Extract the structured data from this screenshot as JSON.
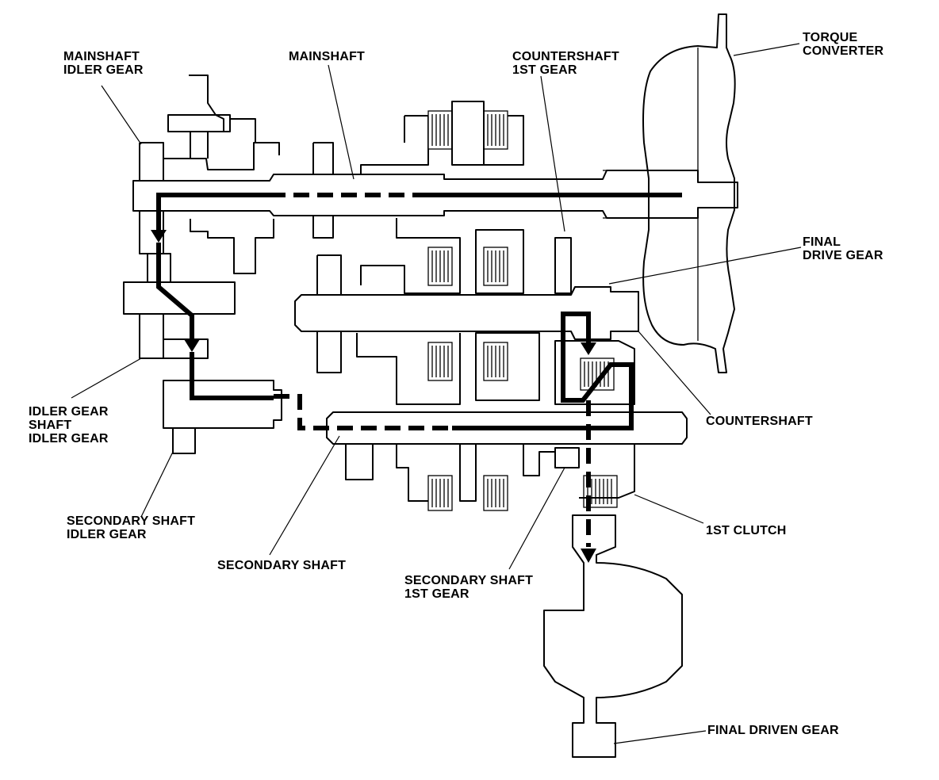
{
  "labels": {
    "mainshaft_idler_gear": [
      "MAINSHAFT",
      "IDLER GEAR"
    ],
    "mainshaft": [
      "MAINSHAFT"
    ],
    "countershaft_1st_gear": [
      "COUNTERSHAFT",
      "1ST GEAR"
    ],
    "torque_converter": [
      "TORQUE",
      "CONVERTER"
    ],
    "final_drive_gear": [
      "FINAL",
      "DRIVE GEAR"
    ],
    "countershaft": [
      "COUNTERSHAFT"
    ],
    "idler_gear_shaft_idler_gear": [
      "IDLER GEAR",
      "SHAFT",
      "IDLER GEAR"
    ],
    "secondary_shaft_idler_gear": [
      "SECONDARY SHAFT",
      "IDLER GEAR"
    ],
    "secondary_shaft": [
      "SECONDARY SHAFT"
    ],
    "secondary_shaft_1st_gear": [
      "SECONDARY SHAFT",
      "1ST GEAR"
    ],
    "first_clutch": [
      "1ST CLUTCH"
    ],
    "final_driven_gear": [
      "FINAL DRIVEN GEAR"
    ]
  }
}
